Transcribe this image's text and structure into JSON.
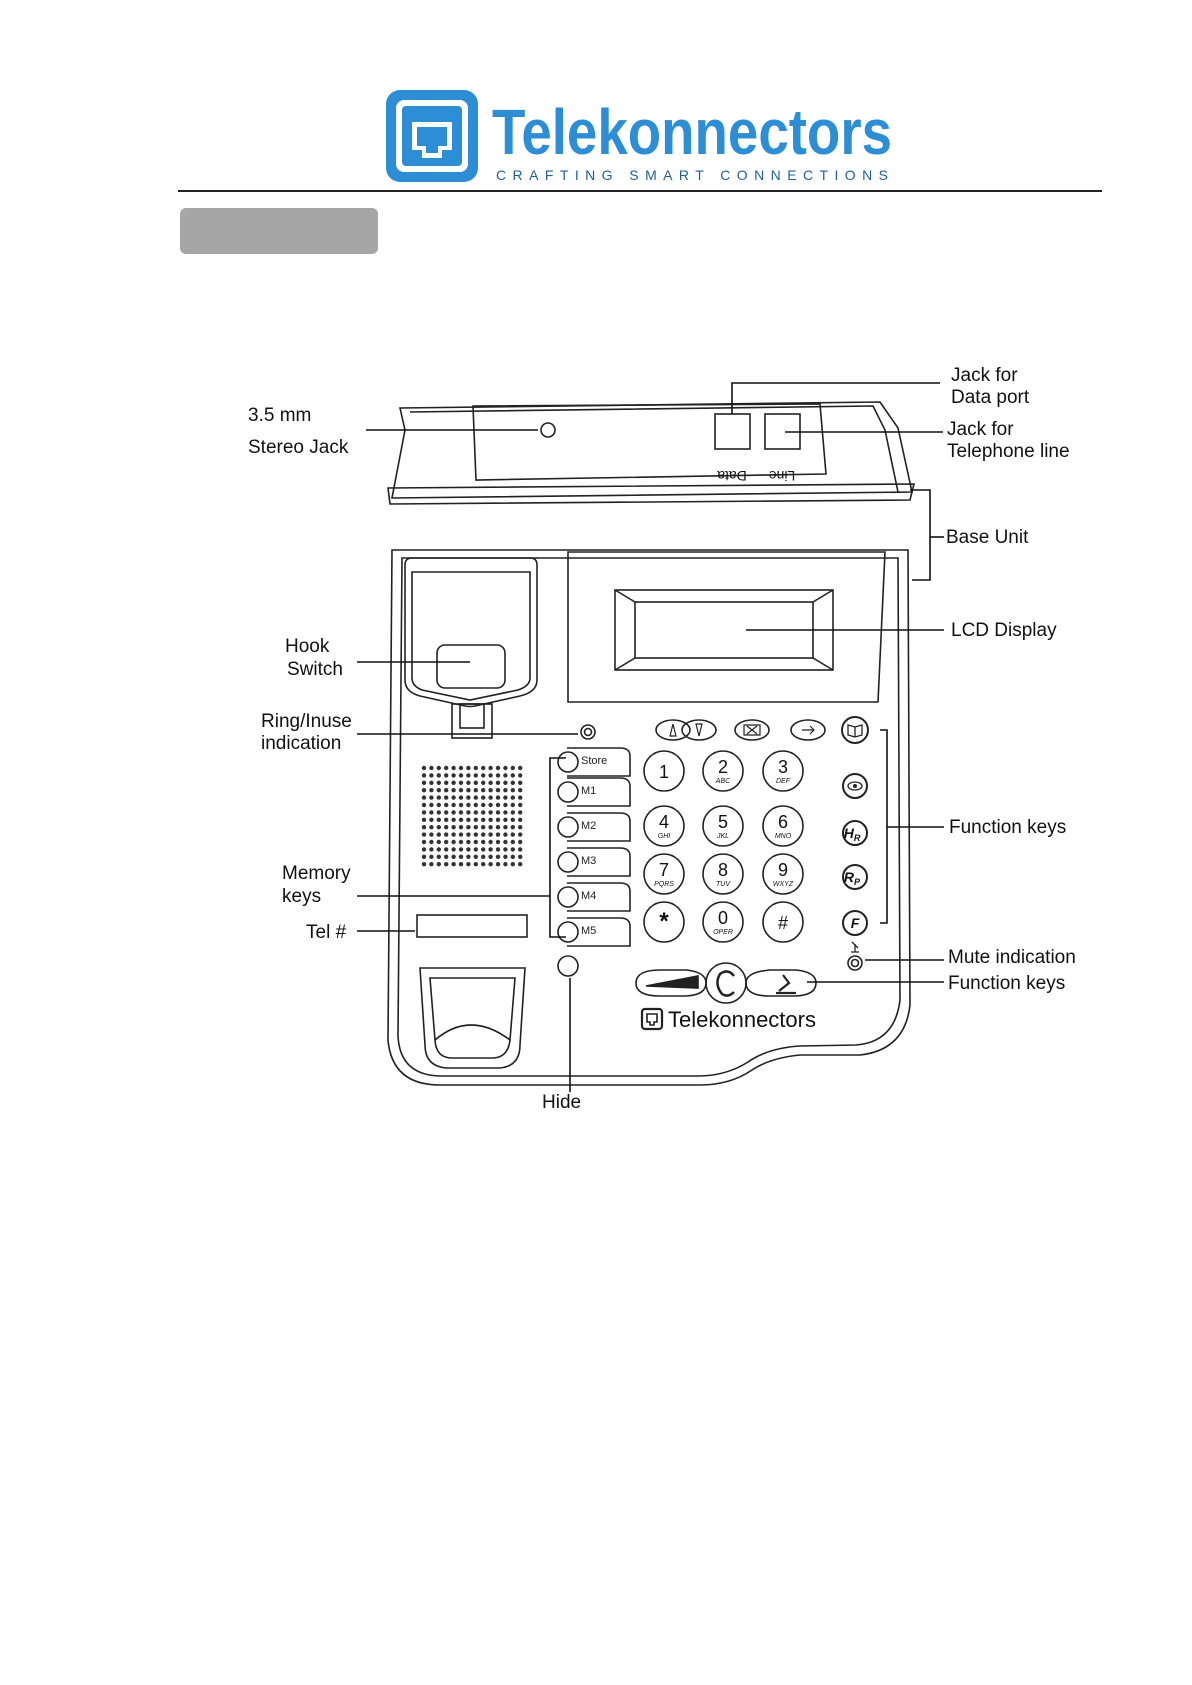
{
  "header": {
    "brand_name": "Telekonnectors",
    "tagline": "CRAFTING SMART CONNECTIONS",
    "brand_color": "#2d8ed6",
    "brand_dark": "#1f5f9a"
  },
  "section_tab": {
    "label": ""
  },
  "diagram": {
    "ports": {
      "data": "Data",
      "line": "Line"
    },
    "labels": {
      "stereo_jack": [
        "3.5 mm",
        "Stereo Jack"
      ],
      "jack_data": [
        "Jack for",
        "Data port"
      ],
      "jack_line": [
        "Jack for",
        "Telephone line"
      ],
      "base_unit": "Base Unit",
      "lcd_display": "LCD Display",
      "hook_switch": [
        "Hook",
        "Switch"
      ],
      "ring_inuse": [
        "Ring/Inuse",
        "indication"
      ],
      "memory_keys": [
        "Memory",
        "keys"
      ],
      "tel_number": "Tel #",
      "hide": "Hide",
      "function_keys_right": "Function keys",
      "mute_indication": "Mute indication",
      "function_keys_bottom": "Function keys"
    },
    "memory_buttons": [
      "Store",
      "M1",
      "M2",
      "M3",
      "M4",
      "M5"
    ],
    "keypad": [
      {
        "digit": "1",
        "letters": ""
      },
      {
        "digit": "2",
        "letters": "ABC"
      },
      {
        "digit": "3",
        "letters": "DEF"
      },
      {
        "digit": "4",
        "letters": "GHI"
      },
      {
        "digit": "5",
        "letters": "JKL"
      },
      {
        "digit": "6",
        "letters": "MNO"
      },
      {
        "digit": "7",
        "letters": "PQRS"
      },
      {
        "digit": "8",
        "letters": "TUV"
      },
      {
        "digit": "9",
        "letters": "WXYZ"
      },
      {
        "digit": "*",
        "letters": ""
      },
      {
        "digit": "0",
        "letters": "OPER"
      },
      {
        "digit": "#",
        "letters": ""
      }
    ],
    "function_keys": [
      {
        "icon": "phonebook-icon",
        "text": ""
      },
      {
        "icon": "eye-icon",
        "text": ""
      },
      {
        "icon": "hold-icon",
        "text": "HR"
      },
      {
        "icon": "redial-icon",
        "text": "RP"
      },
      {
        "icon": "flash-icon",
        "text": "F"
      }
    ],
    "nav_keys": [
      "up-arrow-icon",
      "down-arrow-icon",
      "delete-icon",
      "enter-icon"
    ],
    "bottom_keys": [
      "volume-icon",
      "redial-handset-icon",
      "mute-mic-icon"
    ],
    "body_brand": "Telekonnectors"
  }
}
